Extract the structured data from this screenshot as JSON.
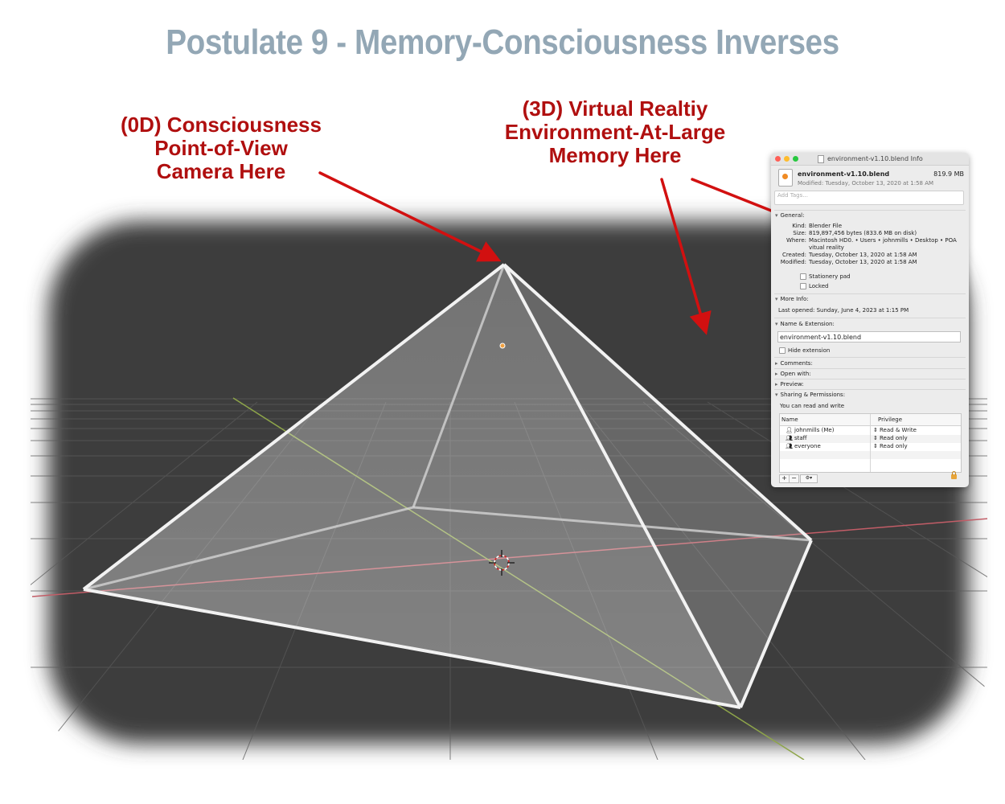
{
  "title": "Postulate 9 - Memory-Consciousness Inverses",
  "labels": {
    "consciousness": [
      "(0D) Consciousness",
      "Point-of-View",
      "Camera Here"
    ],
    "environment": [
      "(3D) Virtual Realtiy",
      "Environment-At-Large",
      "Memory Here"
    ]
  },
  "colors": {
    "title": "#93a7b5",
    "label_red": "#b00f0f",
    "arrow_red": "#d21010",
    "viewport_bg": "#3d3d3d",
    "x_axis": "#c25d67",
    "y_axis": "#8ea54a",
    "wireframe": "#f2f2f2"
  },
  "info_window": {
    "window_title": "environment-v1.10.blend Info",
    "file_name": "environment-v1.10.blend",
    "file_size": "819.9 MB",
    "modified_header": "Modified: Tuesday, October 13, 2020 at 1:58 AM",
    "tags_placeholder": "Add Tags...",
    "general_header": "General:",
    "general": [
      {
        "key": "Kind:",
        "value": "Blender File"
      },
      {
        "key": "Size:",
        "value": "819,897,456 bytes (833.6 MB on disk)"
      },
      {
        "key": "Where:",
        "value": "Macintosh HD0. • Users • johnmills • Desktop • POA"
      },
      {
        "key": "",
        "value": "vitual reality"
      },
      {
        "key": "Created:",
        "value": "Tuesday, October 13, 2020 at 1:58 AM"
      },
      {
        "key": "Modified:",
        "value": "Tuesday, October 13, 2020 at 1:58 AM"
      }
    ],
    "stationery_pad": "Stationery pad",
    "locked": "Locked",
    "more_info_header": "More Info:",
    "last_opened": "Last opened: Sunday, June 4, 2023 at 1:15 PM",
    "name_ext_header": "Name & Extension:",
    "name_field_value": "environment-v1.10.blend",
    "hide_extension": "Hide extension",
    "comments_header": "Comments:",
    "open_with_header": "Open with:",
    "preview_header": "Preview:",
    "sharing_header": "Sharing & Permissions:",
    "sharing_note": "You can read and write",
    "perm_columns": [
      "Name",
      "Privilege"
    ],
    "perm_rows": [
      {
        "name": "johnmills (Me)",
        "privilege": "Read & Write"
      },
      {
        "name": "staff",
        "privilege": "Read only"
      },
      {
        "name": "everyone",
        "privilege": "Read only"
      }
    ],
    "footer_buttons": [
      "+",
      "−",
      "⚙▾"
    ]
  }
}
